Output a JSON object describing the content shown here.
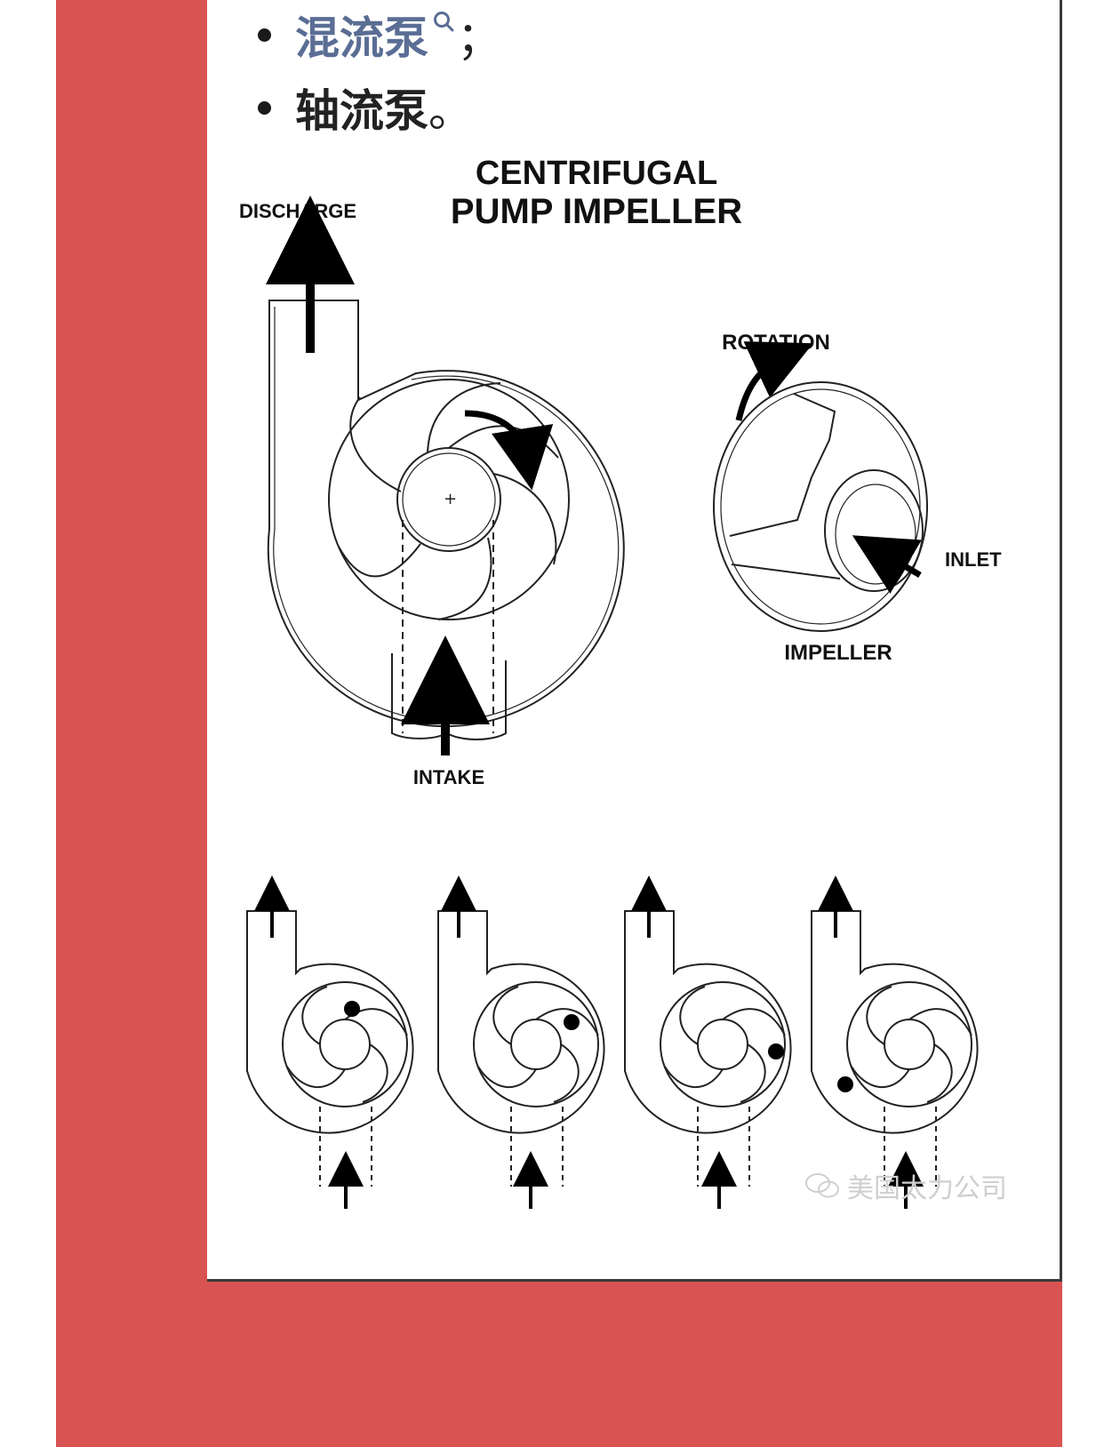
{
  "list": {
    "items": [
      {
        "term": "混流泵",
        "punct": "；",
        "is_link": true
      },
      {
        "term": "轴流泵",
        "punct": "。",
        "is_link": false
      }
    ]
  },
  "figure": {
    "title_line1": "CENTRIFUGAL",
    "title_line2": "PUMP IMPELLER",
    "label_discharge": "DISCHARGE",
    "label_rotation": "ROTATION",
    "label_inlet": "INLET",
    "label_impeller": "IMPELLER",
    "label_intake": "INTAKE"
  },
  "watermark": {
    "text": "美国太力公司"
  },
  "colors": {
    "panel_red": "#d95353",
    "link_blue": "#5a6d94"
  }
}
